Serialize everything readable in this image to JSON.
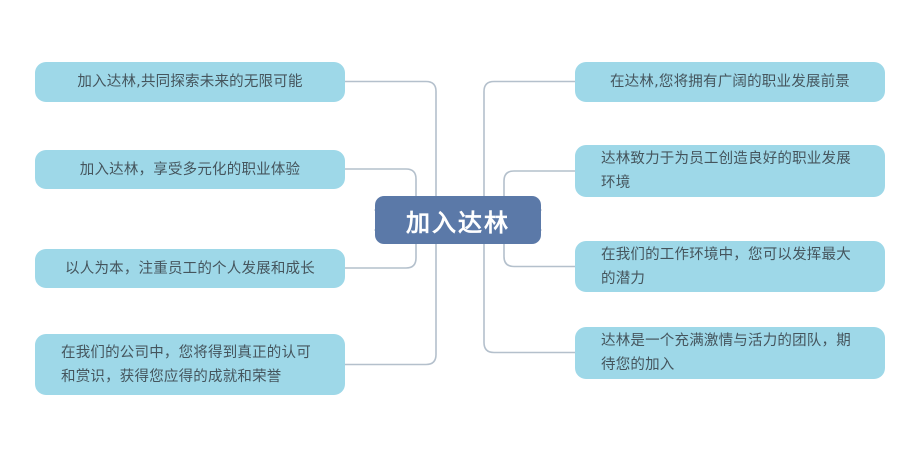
{
  "diagram": {
    "type": "mind-map",
    "title": "加入达林",
    "orientation": "horizontal-bidirectional",
    "colors": {
      "center_fill": "#5b79a8",
      "center_text": "#ffffff",
      "branch_fill": "#9ed8e8",
      "branch_text": "#45555d",
      "connector": "#b4c0cc",
      "background": "#ffffff"
    }
  },
  "center": {
    "label": "加入达林"
  },
  "left_branches": [
    {
      "id": "l1",
      "label": "加入达林,共同探索未来的无限可能",
      "lines": 1
    },
    {
      "id": "l2",
      "label": "加入达林，享受多元化的职业体验",
      "lines": 1
    },
    {
      "id": "l3",
      "label": "以人为本，注重员工的个人发展和成长",
      "lines": 1
    },
    {
      "id": "l4",
      "label": "在我们的公司中，您将得到真正的认可和赏识，获得您应得的成就和荣誉",
      "lines": 2
    }
  ],
  "right_branches": [
    {
      "id": "r1",
      "label": "在达林,您将拥有广阔的职业发展前景",
      "lines": 1
    },
    {
      "id": "r2",
      "label": "达林致力于为员工创造良好的职业发展环境",
      "lines": 2
    },
    {
      "id": "r3",
      "label": "在我们的工作环境中，您可以发挥最大的潜力",
      "lines": 2
    },
    {
      "id": "r4",
      "label": "达林是一个充满激情与活力的团队，期待您的加入",
      "lines": 2
    }
  ]
}
